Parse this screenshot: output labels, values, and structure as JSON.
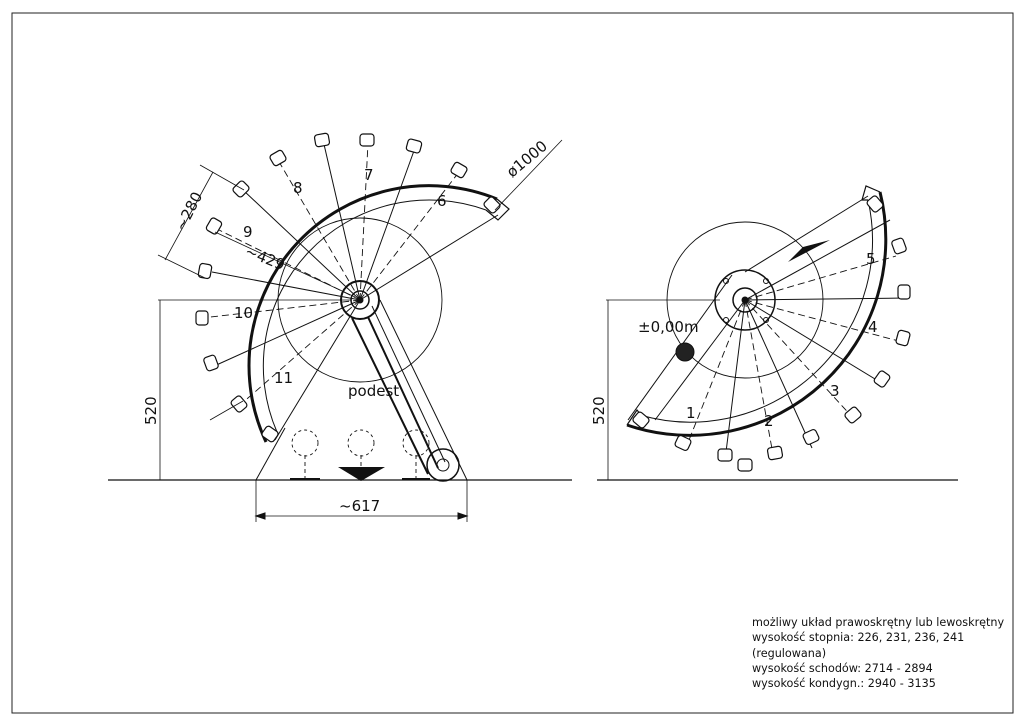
{
  "left_plan": {
    "diameter_label": "ø1000",
    "width_label": "~280",
    "depth_label": "~429",
    "height_label": "520",
    "span_label": "~617",
    "landing_label": "podest",
    "steps": [
      "6",
      "7",
      "8",
      "9",
      "10",
      "11"
    ]
  },
  "right_plan": {
    "level_label": "±0,00m",
    "height_label": "520",
    "steps": [
      "1",
      "2",
      "3",
      "4",
      "5"
    ]
  },
  "notes": {
    "line1": "możliwy układ prawoskrętny lub lewoskrętny",
    "line2": "wysokość stopnia: 226, 231, 236, 241",
    "line3": "(regulowana)",
    "line4": "wysokość schodów:  2714 - 2894",
    "line5": "wysokość kondygn.: 2940 - 3135"
  }
}
